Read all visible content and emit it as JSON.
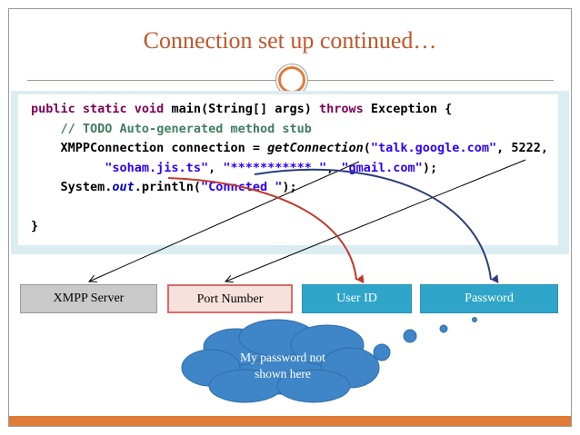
{
  "slide": {
    "title": "Connection set up continued…"
  },
  "code": {
    "lines": [
      {
        "parts": [
          {
            "t": "public static void ",
            "c": "kw"
          },
          {
            "t": "main(String[] args) ",
            "c": ""
          },
          {
            "t": "throws ",
            "c": "kw"
          },
          {
            "t": "Exception {",
            "c": ""
          }
        ]
      },
      {
        "parts": [
          {
            "t": "    // ",
            "c": "cm"
          },
          {
            "t": "TODO",
            "c": "cm"
          },
          {
            "t": " Auto-generated method stub",
            "c": "cm"
          }
        ]
      },
      {
        "parts": [
          {
            "t": "    XMPPConnection connection = ",
            "c": ""
          },
          {
            "t": "getConnection",
            "c": "it"
          },
          {
            "t": "(",
            "c": ""
          },
          {
            "t": "\"talk.google.com\"",
            "c": "str"
          },
          {
            "t": ", 5222,",
            "c": ""
          }
        ]
      },
      {
        "parts": [
          {
            "t": "          ",
            "c": ""
          },
          {
            "t": "\"soham.jis.ts\"",
            "c": "str"
          },
          {
            "t": ", ",
            "c": ""
          },
          {
            "t": "\"*********** \"",
            "c": "str"
          },
          {
            "t": ", ",
            "c": ""
          },
          {
            "t": "\"gmail.com\"",
            "c": "str"
          },
          {
            "t": ");",
            "c": ""
          }
        ]
      },
      {
        "parts": [
          {
            "t": "    System.",
            "c": ""
          },
          {
            "t": "out",
            "c": "fld"
          },
          {
            "t": ".println(",
            "c": ""
          },
          {
            "t": "\"Conncted \"",
            "c": "str"
          },
          {
            "t": ");",
            "c": ""
          }
        ]
      },
      {
        "parts": [
          {
            "t": "",
            "c": ""
          }
        ]
      },
      {
        "parts": [
          {
            "t": "}",
            "c": ""
          }
        ]
      }
    ]
  },
  "labels": {
    "xmpp_server": "XMPP Server",
    "port_number": "Port Number",
    "user_id": "User ID",
    "password": "Password"
  },
  "cloud": {
    "line1": "My password not",
    "line2": "shown here"
  },
  "colors": {
    "title": "#c0562a",
    "accent_orange": "#e07b39",
    "box_blue": "#2fa6c9",
    "arrow_red": "#c0392b",
    "arrow_navy": "#2c3e78",
    "cloud_blue": "#3f86c8"
  }
}
